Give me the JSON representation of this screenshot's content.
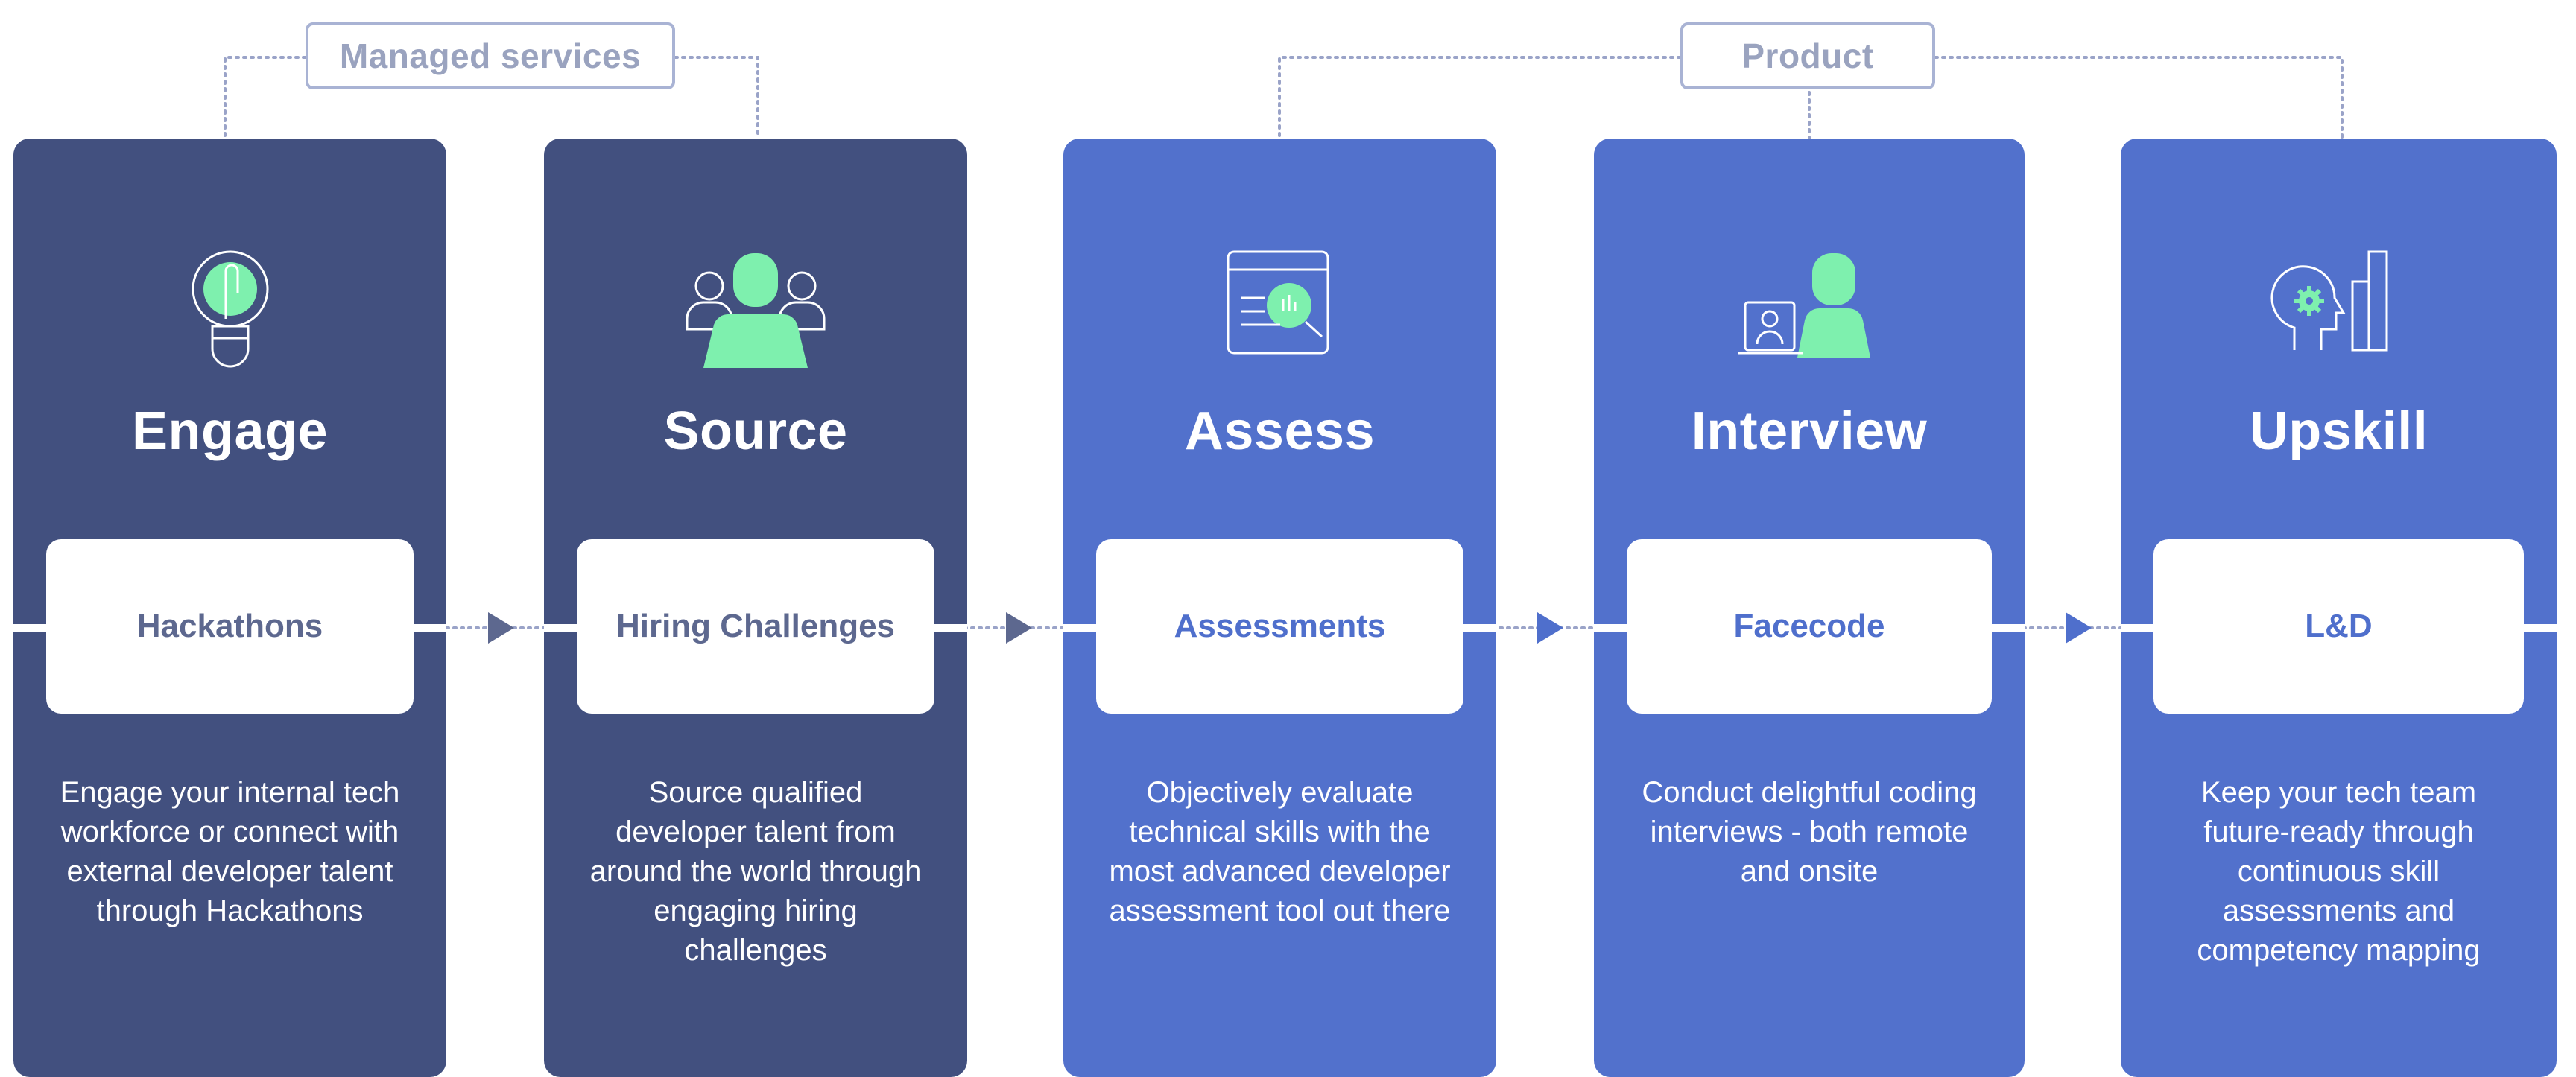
{
  "colors": {
    "dark_card": "#42507f",
    "light_card": "#5271cc",
    "accent_green": "#7ef0ae",
    "connector": "#9aa3c8",
    "group_border": "#a9b3d4"
  },
  "groups": [
    {
      "label": "Managed services"
    },
    {
      "label": "Product"
    }
  ],
  "stages": [
    {
      "title": "Engage",
      "icon": "lightbulb-icon",
      "pill": "Hackathons",
      "description": "Engage your internal tech workforce or connect with external developer talent through Hackathons"
    },
    {
      "title": "Source",
      "icon": "people-group-icon",
      "pill": "Hiring Challenges",
      "description": "Source qualified developer talent from around the world through engaging hiring challenges"
    },
    {
      "title": "Assess",
      "icon": "report-search-icon",
      "pill": "Assessments",
      "description": "Objectively evaluate technical skills with the most advanced developer assessment tool out there"
    },
    {
      "title": "Interview",
      "icon": "video-interview-icon",
      "pill": "Facecode",
      "description": "Conduct delightful coding interviews - both remote and onsite"
    },
    {
      "title": "Upskill",
      "icon": "head-gear-growth-icon",
      "pill": "L&D",
      "description": "Keep your tech team future-ready through continuous skill assessments and competency mapping"
    }
  ]
}
